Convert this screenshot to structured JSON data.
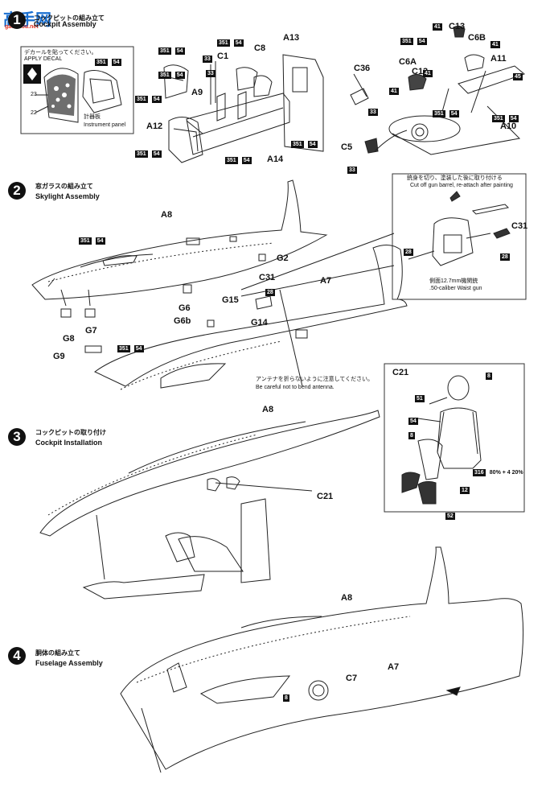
{
  "watermark": {
    "main": "高手网",
    "sub": "gaoshou.net"
  },
  "step1": {
    "number": "1",
    "title_jp": "コックピットの組み立て",
    "title_en": "Cockpit Assembly",
    "inset_note_jp": "デカールを貼ってください。",
    "inset_note_en": "APPLY DECAL",
    "inset_panel_jp": "計器板",
    "inset_panel_en": "Instrument panel",
    "decal_23": "23",
    "decal_22": "22",
    "parts": [
      "A13",
      "C1",
      "C8",
      "A9",
      "A12",
      "A14",
      "C13",
      "C6B",
      "C6A",
      "A11",
      "C36",
      "A10",
      "C5"
    ],
    "paint": [
      "351",
      "33",
      "41",
      "45",
      "54"
    ]
  },
  "step2": {
    "number": "2",
    "title_jp": "窓ガラスの組み立て",
    "title_en": "Skylight Assembly",
    "parts": [
      "A8",
      "G2",
      "C31",
      "G15",
      "G6",
      "G6b",
      "G14",
      "G7",
      "G8",
      "G9",
      "A7"
    ],
    "antenna_jp": "アンテナを折らないように注意してください。",
    "antenna_en": "Be careful not to bend antenna.",
    "gun_note_jp": "銃身を切り、塗装した後に取り付ける",
    "gun_note_en": "Cut off gun barrel, re-attach after painting",
    "gun_label_jp": "側面12.7mm機関銃",
    "gun_label_en": ".50-caliber Waist gun",
    "gun_part": "C31",
    "paint28": "28"
  },
  "figure": {
    "part": "C21",
    "codes": [
      "8",
      "51",
      "54",
      "8",
      "316",
      "12",
      "52"
    ],
    "mix": "80% + 4 20%"
  },
  "step3": {
    "number": "3",
    "title_jp": "コックピットの取り付け",
    "title_en": "Cockpit Installation",
    "parts": [
      "A8",
      "C21"
    ]
  },
  "step4": {
    "number": "4",
    "title_jp": "胴体の組み立て",
    "title_en": "Fuselage Assembly",
    "parts": [
      "A8",
      "C7",
      "A7",
      "8"
    ]
  }
}
